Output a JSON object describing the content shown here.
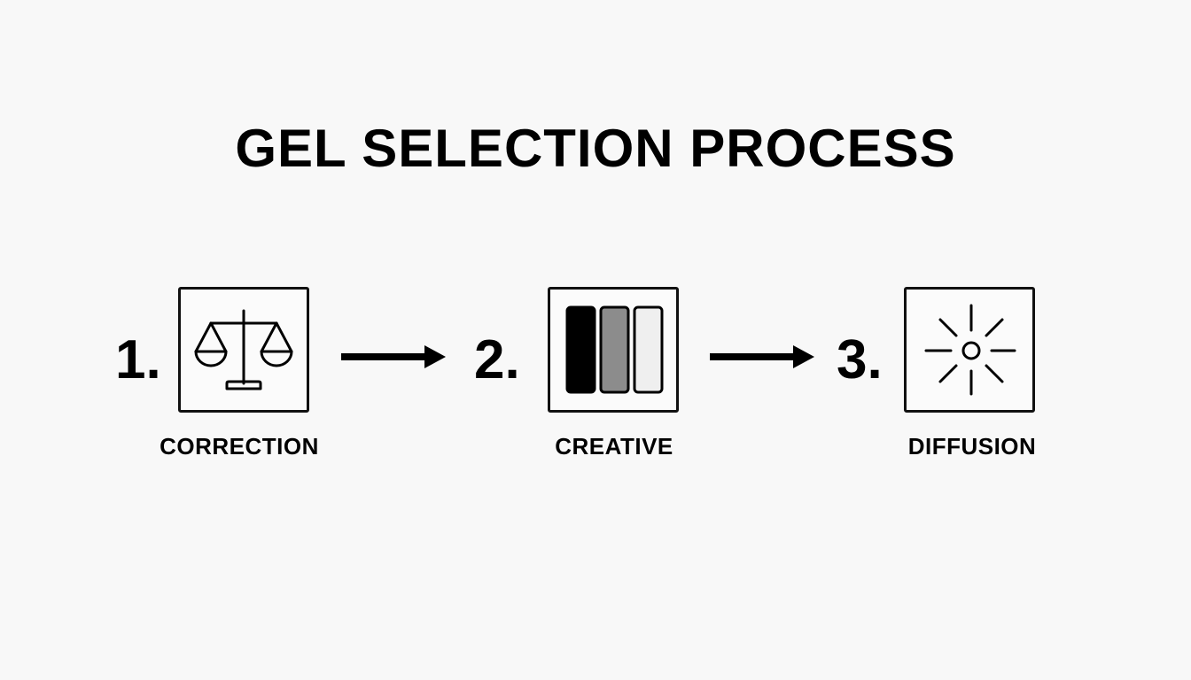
{
  "title": "GEL SELECTION PROCESS",
  "steps": [
    {
      "number": "1.",
      "label": "CORRECTION",
      "icon": "balance-scale-icon"
    },
    {
      "number": "2.",
      "label": "CREATIVE",
      "icon": "color-bars-icon"
    },
    {
      "number": "3.",
      "label": "DIFFUSION",
      "icon": "sunburst-icon"
    }
  ],
  "colors": {
    "background": "#f8f8f8",
    "ink": "#000000",
    "bar_dark": "#000000",
    "bar_mid": "#8c8c8c",
    "bar_light": "#efefef"
  }
}
